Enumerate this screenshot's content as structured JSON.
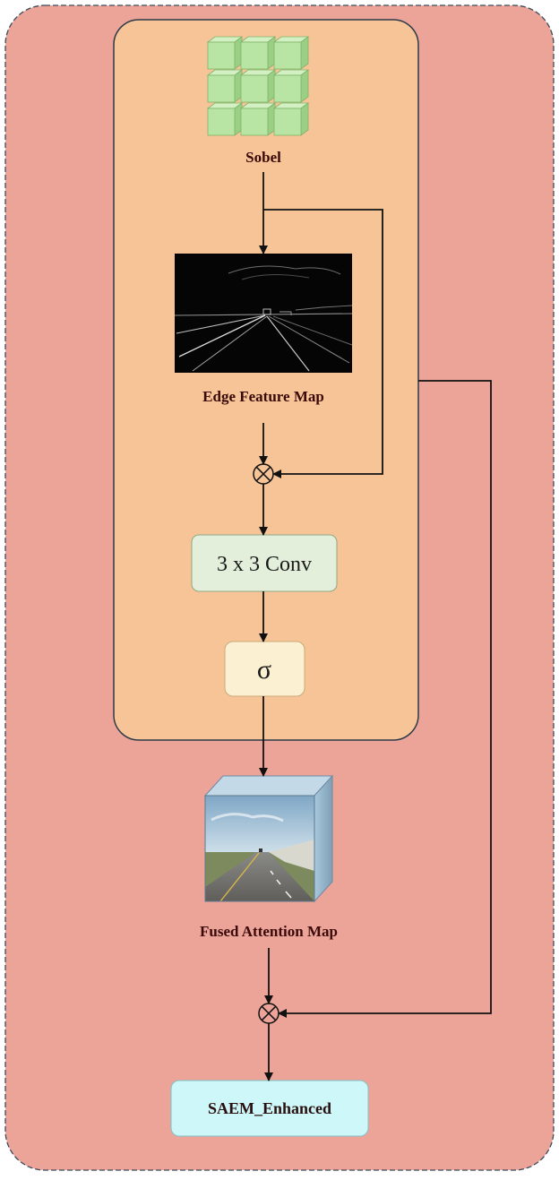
{
  "diagram": {
    "labels": {
      "sobel": "Sobel",
      "edge_feature_map": "Edge Feature Map",
      "conv": "3 x 3 Conv",
      "sigmoid": "σ",
      "fused_attention_map": "Fused Attention Map",
      "output": "SAEM_Enhanced",
      "multiply_symbol": "⊗"
    },
    "colors": {
      "outer_fill": "#eca499",
      "inner_fill": "#f7c497",
      "kernel_cube": "#b9e5a4",
      "conv_box": "#e3efda",
      "sigma_box": "#fcf0d2",
      "output_box": "#cdf7f8",
      "fused_cube_side": "#9fbfd6",
      "arrow": "#111111"
    },
    "icons": {
      "kernel": "sobel-3x3-kernel-cubes-icon",
      "multiply": "elementwise-multiply-icon",
      "edge_image": "edge-detected-road-image",
      "fused_image": "road-scene-image"
    }
  }
}
